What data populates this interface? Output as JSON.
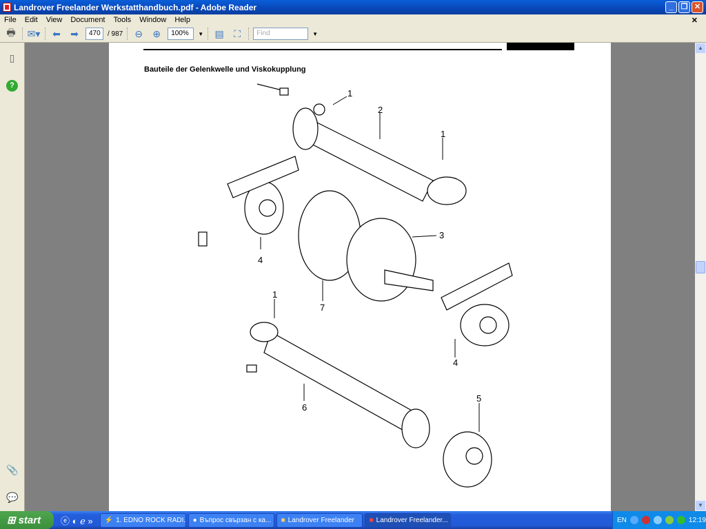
{
  "window": {
    "title": "Landrover Freelander Werkstatthandbuch.pdf - Adobe Reader"
  },
  "menu": [
    "File",
    "Edit",
    "View",
    "Document",
    "Tools",
    "Window",
    "Help"
  ],
  "toolbar": {
    "page_current": "470",
    "page_total": "/ 987",
    "zoom": "100%",
    "find_placeholder": "Find"
  },
  "document": {
    "heading": "Bauteile der Gelenkwelle und Viskokupplung",
    "callouts": [
      "1",
      "2",
      "1",
      "3",
      "4",
      "7",
      "1",
      "4",
      "6",
      "5"
    ]
  },
  "taskbar": {
    "start": "start",
    "tasks": [
      "1. EDNO ROCK RADI...",
      "Въпрос свързан с ка...",
      "Landrover Freelander",
      "Landrover Freelander..."
    ],
    "lang": "EN",
    "clock": "12:19"
  }
}
